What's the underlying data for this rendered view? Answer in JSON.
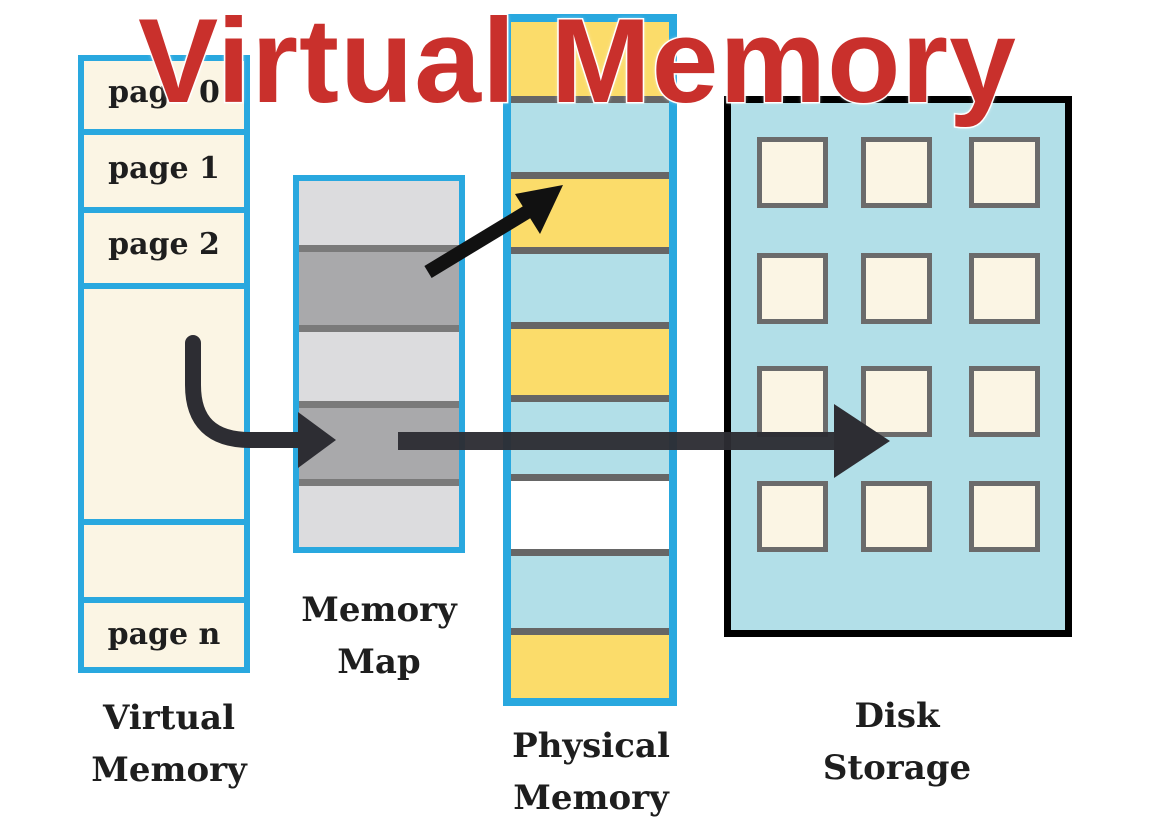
{
  "title": "Virtual Memory",
  "virtual_memory": {
    "pages": [
      "page 0",
      "page 1",
      "page 2",
      "",
      "",
      "page n"
    ],
    "label_line1": "Virtual",
    "label_line2": "Memory"
  },
  "memory_map": {
    "label_line1": "Memory",
    "label_line2": "Map"
  },
  "physical_memory": {
    "label_line1": "Physical",
    "label_line2": "Memory"
  },
  "disk_storage": {
    "label_line1": "Disk",
    "label_line2": "Storage"
  },
  "colors": {
    "title_red": "#c9302c",
    "border_blue": "#29a8df",
    "cream": "#fbf5e4",
    "light_blue": "#b2dfe8",
    "yellow": "#fbdc6a",
    "gray": "#dcdcde",
    "arrow": "#2b2b2b"
  }
}
